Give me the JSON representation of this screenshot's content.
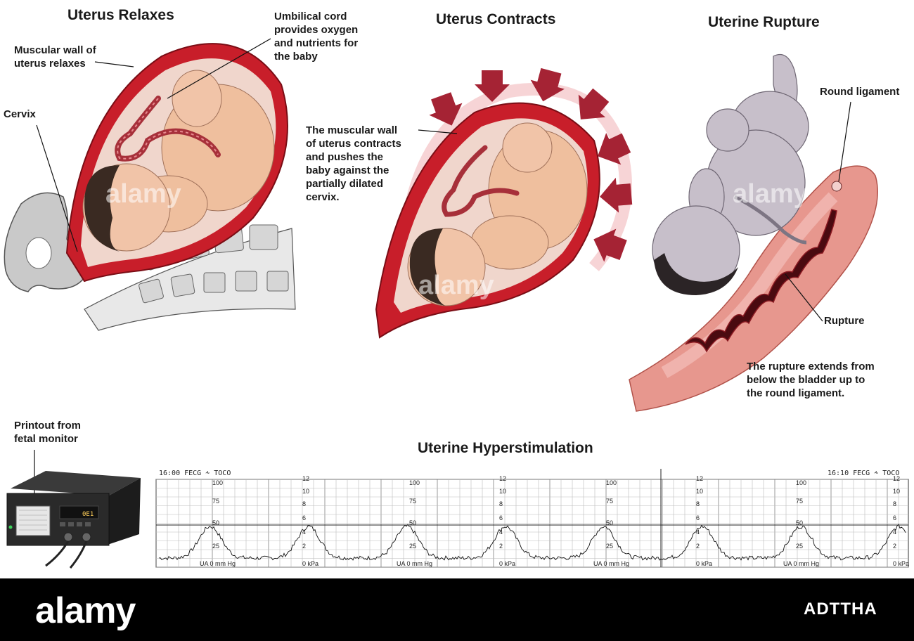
{
  "panels": {
    "relaxes": {
      "title": "Uterus Relaxes",
      "label_wall": "Muscular wall of\nuterus relaxes",
      "label_cord": "Umbilical cord\nprovides oxygen\nand nutrients for\nthe baby",
      "label_cervix": "Cervix"
    },
    "contracts": {
      "title": "Uterus Contracts",
      "label_wall": "The muscular wall\nof uterus contracts\nand pushes the\nbaby against the\npartially dilated\ncervix."
    },
    "rupture": {
      "title": "Uterine Rupture",
      "label_ligament": "Round ligament",
      "label_rupture": "Rupture",
      "caption": "The rupture extends from\nbelow the bladder up to\nthe round ligament."
    },
    "hyperstim": {
      "title": "Uterine Hyperstimulation",
      "monitor_label": "Printout from\nfetal monitor",
      "strip_header_left": "16:00 FECG ⩪ TOCO",
      "strip_header_right": "16:10 FECG ⩪ TOCO",
      "scale_mmhg": [
        "100",
        "75",
        "50",
        "25"
      ],
      "scale_kpa": [
        "12",
        "10",
        "8",
        "6",
        "4",
        "2"
      ],
      "axis_ua": "UA",
      "axis_zero": "0",
      "axis_unit_mmhg": "mm Hg",
      "axis_unit_kpa": "kPa"
    }
  },
  "footer": {
    "logo": "alamy",
    "image_code": "ADTTHA"
  },
  "watermark": "alamy",
  "colors": {
    "uterus_wall": "#c81e2a",
    "uterus_inner": "#8e1620",
    "skin": "#f1c4a8",
    "hair": "#3a2a22",
    "arrow": "#a52334",
    "grey_baby": "#c7bfca",
    "footer_bg": "#000000"
  }
}
